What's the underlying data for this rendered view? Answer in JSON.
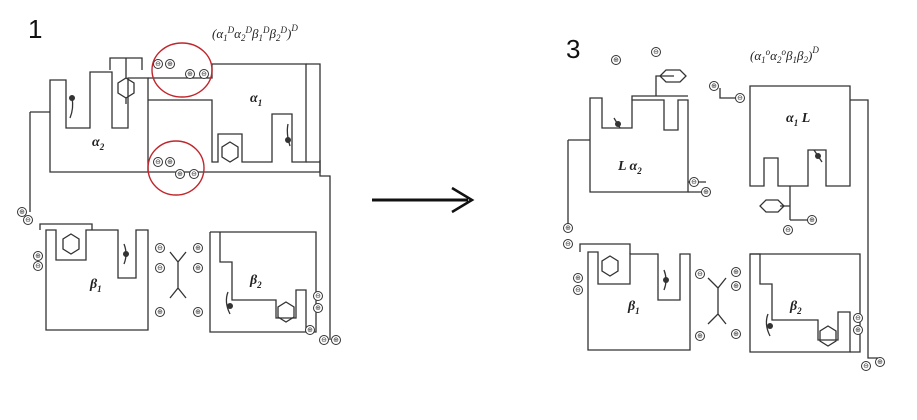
{
  "panels": [
    {
      "step": "1",
      "formula": {
        "open": "(",
        "parts": [
          [
            "α",
            "1",
            "D"
          ],
          [
            "α",
            "2",
            "D"
          ],
          [
            "β",
            "1",
            "D"
          ],
          [
            "β",
            "2",
            "D"
          ]
        ],
        "close": ")",
        "sup": "D"
      },
      "subunits": [
        {
          "label": "α",
          "sub": "2"
        },
        {
          "label": "α",
          "sub": "1"
        },
        {
          "label": "β",
          "sub": "1"
        },
        {
          "label": "β",
          "sub": "2"
        }
      ]
    },
    {
      "step": "3",
      "formula": {
        "open": "(",
        "parts": [
          [
            "α",
            "1",
            "o"
          ],
          [
            "α",
            "2",
            "o"
          ],
          [
            "β",
            "1",
            ""
          ],
          [
            "β",
            "2",
            ""
          ]
        ],
        "close": ")",
        "sup": "D"
      },
      "subunits": [
        {
          "label": "L  α",
          "sub": "2"
        },
        {
          "label": "α",
          "sub": "1",
          "extra": " L"
        },
        {
          "label": "β",
          "sub": "1"
        },
        {
          "label": "β",
          "sub": "2"
        }
      ]
    }
  ],
  "charges": {
    "plus": "⊕",
    "minus": "⊖"
  },
  "arrow": "transition-arrow",
  "colors": {
    "ink": "#333333",
    "highlight": "#c0262c"
  }
}
